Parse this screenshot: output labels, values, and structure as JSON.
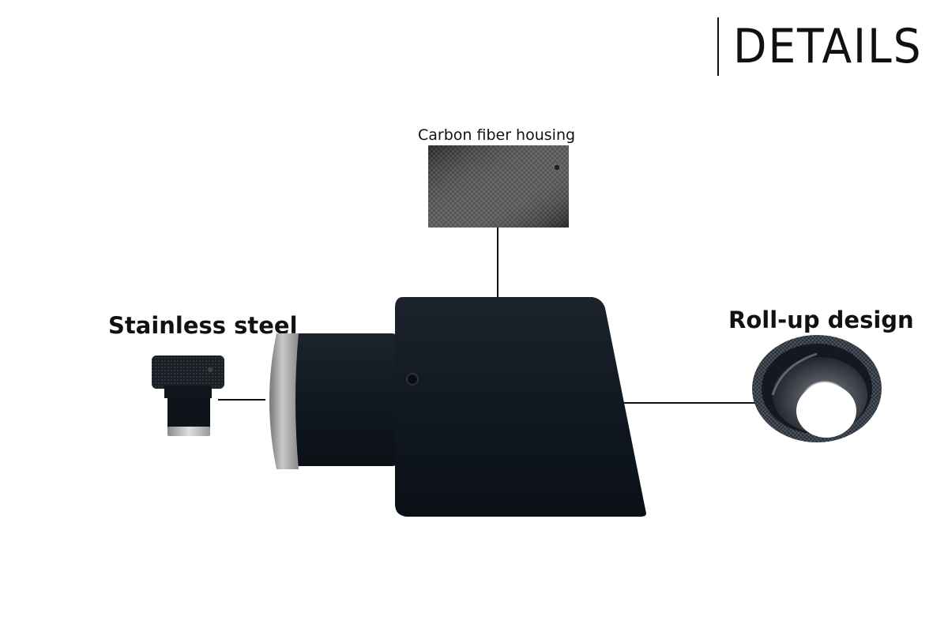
{
  "header": {
    "title": "DETAILS"
  },
  "callouts": {
    "carbon": {
      "label": "Carbon fiber housing"
    },
    "steel": {
      "label": "Stainless steel"
    },
    "rollup": {
      "label": "Roll-up design"
    }
  },
  "colors": {
    "background": "#ffffff",
    "text": "#111111",
    "carbon_dark": "#141a22",
    "carbon_swatch": "#4a4a4a",
    "steel_ring": "#b8b8b8"
  }
}
